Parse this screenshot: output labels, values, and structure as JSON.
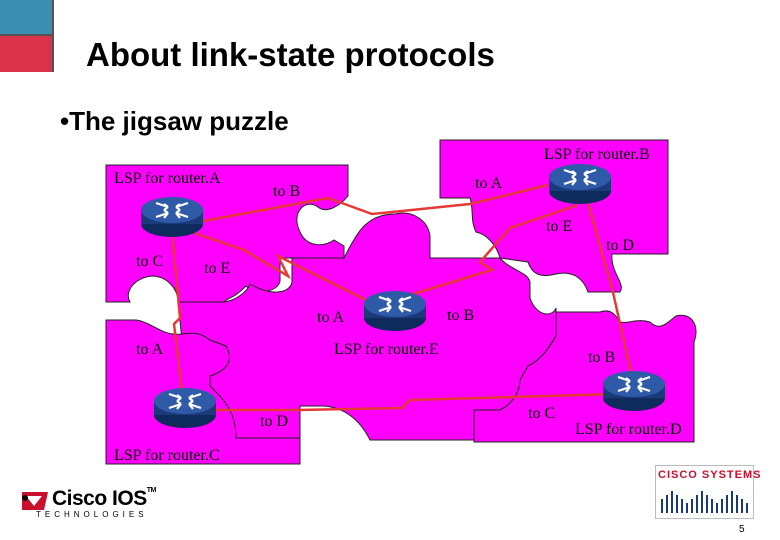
{
  "slide": {
    "title": "About link-state protocols",
    "bullet": "•The jigsaw puzzle",
    "page_number": "5"
  },
  "colors": {
    "puzzle_fill": "#ff00ff",
    "link_line": "#e53935",
    "router_body": "#1a3a7a",
    "corner_top": "#3a8fb0",
    "corner_bottom": "#d9324a"
  },
  "pieces": {
    "router_a": {
      "label": "LSP for router.A",
      "links": [
        "to B",
        "to C",
        "to E"
      ]
    },
    "router_b": {
      "label": "LSP for router.B",
      "links": [
        "to A",
        "to E",
        "to D"
      ]
    },
    "router_c": {
      "label": "LSP for router.C",
      "links": [
        "to A",
        "to D"
      ]
    },
    "router_d": {
      "label": "LSP for router.D",
      "links": [
        "to B",
        "to C"
      ]
    },
    "router_e": {
      "label": "LSP for router.E",
      "links": [
        "to A",
        "to B"
      ]
    }
  },
  "footer": {
    "cisco_ios_logo": "Cisco IOS",
    "cisco_ios_tm": "TM",
    "technologies": "TECHNOLOGIES",
    "cisco_systems": "CISCO SYSTEMS"
  },
  "icons": {
    "router": "router-icon"
  }
}
